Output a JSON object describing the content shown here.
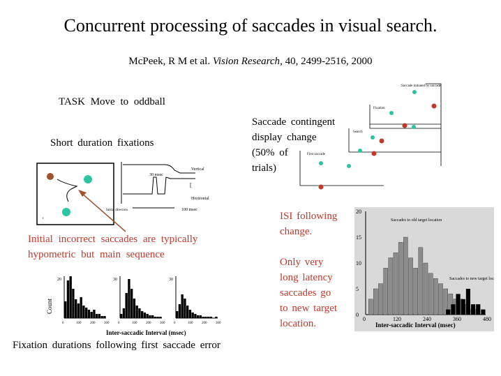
{
  "slide": {
    "title": "Concurrent processing of saccades in visual search.",
    "citation": {
      "authors": "McPeek,  R M  et al.",
      "journal": "Vision Research",
      "details": ", 40, 2499-2516, 2000"
    },
    "task": "TASK   Move  to  oddball",
    "short_duration": "Short  duration  fixations",
    "saccade_contingent": [
      "Saccade  contingent",
      "display  change",
      "(50%  of",
      "trials)"
    ],
    "initial_note": [
      "Initial  incorrect  saccades  are  typically",
      "hypometric  but  main  sequence"
    ],
    "isi_note": [
      "ISI  following",
      "change.",
      "",
      "Only  very",
      "long  latency",
      "saccades  go",
      "to  new  target",
      "location."
    ],
    "caption": "Fixation  durations  following  first  saccade  error"
  },
  "trace_figure": {
    "scale_30": "30 msec",
    "vertical": "Vertical",
    "horizontal": "Horizontal",
    "scale_100": "100 msec",
    "initial_direction": "Initial direction"
  },
  "sequence_figure": {
    "label_top": "Saccade initiated by saccade",
    "label_fixation": "Fixation",
    "label_search": "Search",
    "label_first": "First saccade"
  },
  "small_histograms": {
    "ylabel": "Count",
    "xlabel": "Inter-saccadic Interval (msec)",
    "panels": [
      {
        "ymax": 20,
        "bins": [
          8,
          18,
          20,
          14,
          9,
          7,
          10,
          6,
          5,
          4,
          3,
          4,
          2,
          2,
          1,
          1
        ]
      },
      {
        "ymax": 30,
        "bins": [
          3,
          7,
          18,
          28,
          21,
          14,
          9,
          7,
          5,
          4,
          3,
          2,
          2,
          1,
          1,
          1
        ]
      },
      {
        "ymax": 30,
        "bins": [
          5,
          10,
          17,
          14,
          9,
          6,
          4,
          3,
          2,
          2,
          1,
          1,
          1,
          1,
          0,
          1
        ]
      }
    ],
    "x_ticks": [
      "0",
      "100",
      "200",
      "300"
    ]
  },
  "chart_data": {
    "type": "bar",
    "xlabel": "Inter-saccadic Interval (msec)",
    "ylabel": "",
    "x_ticks": [
      "0",
      "120",
      "240",
      "360",
      "480"
    ],
    "y_ticks": [
      "0",
      "5",
      "10",
      "15",
      "20"
    ],
    "xlim": [
      0,
      480
    ],
    "ylim": [
      0,
      20
    ],
    "series": [
      {
        "name": "Saccades to old target location",
        "x": [
          20,
          40,
          60,
          80,
          100,
          120,
          140,
          160,
          180,
          200,
          220,
          240,
          260,
          280,
          300,
          320,
          340,
          360,
          380,
          400,
          420,
          440
        ],
        "values": [
          3,
          5,
          6,
          9,
          11,
          12,
          14,
          15,
          11,
          9,
          13,
          10,
          8,
          7,
          6,
          5,
          4,
          3,
          3,
          2,
          1,
          1
        ]
      },
      {
        "name": "Saccades to new target location",
        "x": [
          330,
          350,
          370,
          390,
          410,
          430,
          450,
          470
        ],
        "values": [
          1,
          2,
          4,
          3,
          5,
          2,
          2,
          1
        ]
      }
    ]
  }
}
